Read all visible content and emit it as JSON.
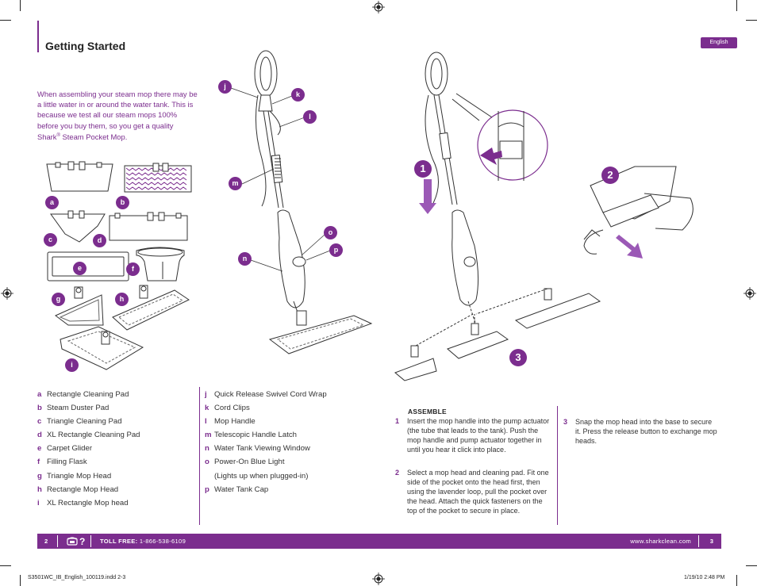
{
  "page": {
    "title": "Getting Started",
    "language_tab": "English"
  },
  "intro": {
    "text_before_reg": "When assembling your steam mop there may be a little water in or around the water tank. This is because we test all our steam mops 100% before you buy them, so you get a quality Shark",
    "reg_mark": "®",
    "text_after_reg": " Steam Pocket Mop."
  },
  "figure_labels": {
    "a": "a",
    "b": "b",
    "c": "c",
    "d": "d",
    "e": "e",
    "f": "f",
    "g": "g",
    "h": "h",
    "i": "i",
    "j": "j",
    "k": "k",
    "l": "l",
    "m": "m",
    "n": "n",
    "o": "o",
    "p": "p",
    "step1": "1",
    "step2": "2",
    "step3": "3"
  },
  "parts_left": [
    {
      "key": "a",
      "label": "Rectangle Cleaning Pad"
    },
    {
      "key": "b",
      "label": "Steam Duster Pad"
    },
    {
      "key": "c",
      "label": "Triangle Cleaning Pad"
    },
    {
      "key": "d",
      "label": "XL Rectangle Cleaning Pad"
    },
    {
      "key": "e",
      "label": "Carpet Glider"
    },
    {
      "key": "f",
      "label": "Filling Flask"
    },
    {
      "key": "g",
      "label": "Triangle Mop Head"
    },
    {
      "key": "h",
      "label": "Rectangle Mop Head"
    },
    {
      "key": "i",
      "label": "XL Rectangle Mop head"
    }
  ],
  "parts_right": [
    {
      "key": "j",
      "label": "Quick Release Swivel Cord Wrap"
    },
    {
      "key": "k",
      "label": "Cord Clips"
    },
    {
      "key": "l",
      "label": "Mop Handle"
    },
    {
      "key": "m",
      "label": "Telescopic Handle Latch"
    },
    {
      "key": "n",
      "label": "Water Tank Viewing Window"
    },
    {
      "key": "o",
      "label": "Power-On Blue Light\n(Lights up when plugged-in)"
    },
    {
      "key": "p",
      "label": "Water Tank Cap"
    }
  ],
  "assemble": {
    "heading": "ASSEMBLE",
    "steps": [
      {
        "num": "1",
        "text": "Insert the mop handle into the pump actuator (the tube that leads to the tank). Push the mop handle and pump actuator together in until you hear it click into place."
      },
      {
        "num": "2",
        "text": "Select a mop head and cleaning pad. Fit one side of the pocket onto the head first, then using the lavender loop, pull the pocket over the head. Attach the quick fasteners on the top of the pocket to secure in place."
      },
      {
        "num": "3",
        "text": "Snap the mop head into the base to secure it. Press the release button to exchange mop heads."
      }
    ]
  },
  "footer": {
    "page_left": "2",
    "toll_free_label": "TOLL FREE:",
    "toll_free_number": " 1-866-538-6109",
    "website": "www.sharkclean.com",
    "page_right": "3"
  },
  "slug": {
    "file": "S3501WC_IB_English_100119.indd   2-3",
    "date": "1/19/10   2:48 PM"
  },
  "colors": {
    "accent": "#7b2d8e",
    "text": "#333333"
  }
}
